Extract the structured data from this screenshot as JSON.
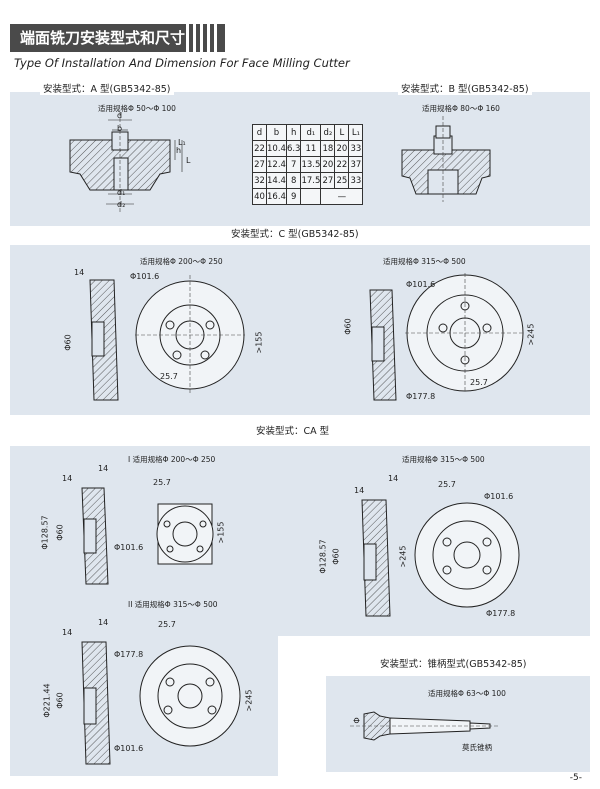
{
  "header": {
    "title": "端面铣刀安装型式和尺寸",
    "subtitle": "Type Of Installation And Dimension For Face Milling Cutter"
  },
  "sections": {
    "a_type": {
      "label": "安装型式：A 型(GB5342-85)",
      "spec": "适用规格Φ 50～Φ 100"
    },
    "b_type": {
      "label": "安装型式：B 型(GB5342-85)",
      "spec": "适用规格Φ 80～Φ 160"
    },
    "c_type": {
      "label": "安装型式：C 型(GB5342-85)",
      "spec_left": "适用规格Φ 200～Φ 250",
      "spec_right": "适用规格Φ 315～Φ 500"
    },
    "ca_type": {
      "label": "安装型式：CA 型",
      "spec_1": "I 适用规格Φ 200～Φ 250",
      "spec_2": "II 适用规格Φ 315～Φ 500",
      "spec_3": "适用规格Φ 315～Φ 500"
    },
    "taper_type": {
      "label": "安装型式：锥柄型式(GB5342-85)",
      "spec": "适用规格Φ 63～Φ 100",
      "callout": "莫氏锥柄"
    }
  },
  "table": {
    "headers": [
      "d",
      "b",
      "h",
      "d₁",
      "d₂",
      "L",
      "L₁"
    ],
    "rows": [
      [
        "22",
        "10.4",
        "6.3",
        "11",
        "18",
        "20",
        "33"
      ],
      [
        "27",
        "12.4",
        "7",
        "13.5",
        "20",
        "22",
        "37"
      ],
      [
        "32",
        "14.4",
        "8",
        "17.5",
        "27",
        "25",
        "33"
      ],
      [
        "40",
        "16.4",
        "9",
        "",
        "—",
        "",
        ""
      ]
    ]
  },
  "dims": {
    "a_d": "d",
    "a_b": "b",
    "a_h": "h",
    "a_L1": "L₁",
    "a_L": "L",
    "a_d1": "d₁",
    "a_d2": "d₂",
    "d14": "14",
    "d101": "Φ101.6",
    "d60": "Φ60",
    "d155": ">155",
    "d257": "25.7",
    "d245": ">245",
    "d1778": "Φ177.8",
    "d12857": "Φ128.57",
    "d22144": "Φ221.44",
    "phi": "Φ"
  },
  "page_number": "-5-"
}
